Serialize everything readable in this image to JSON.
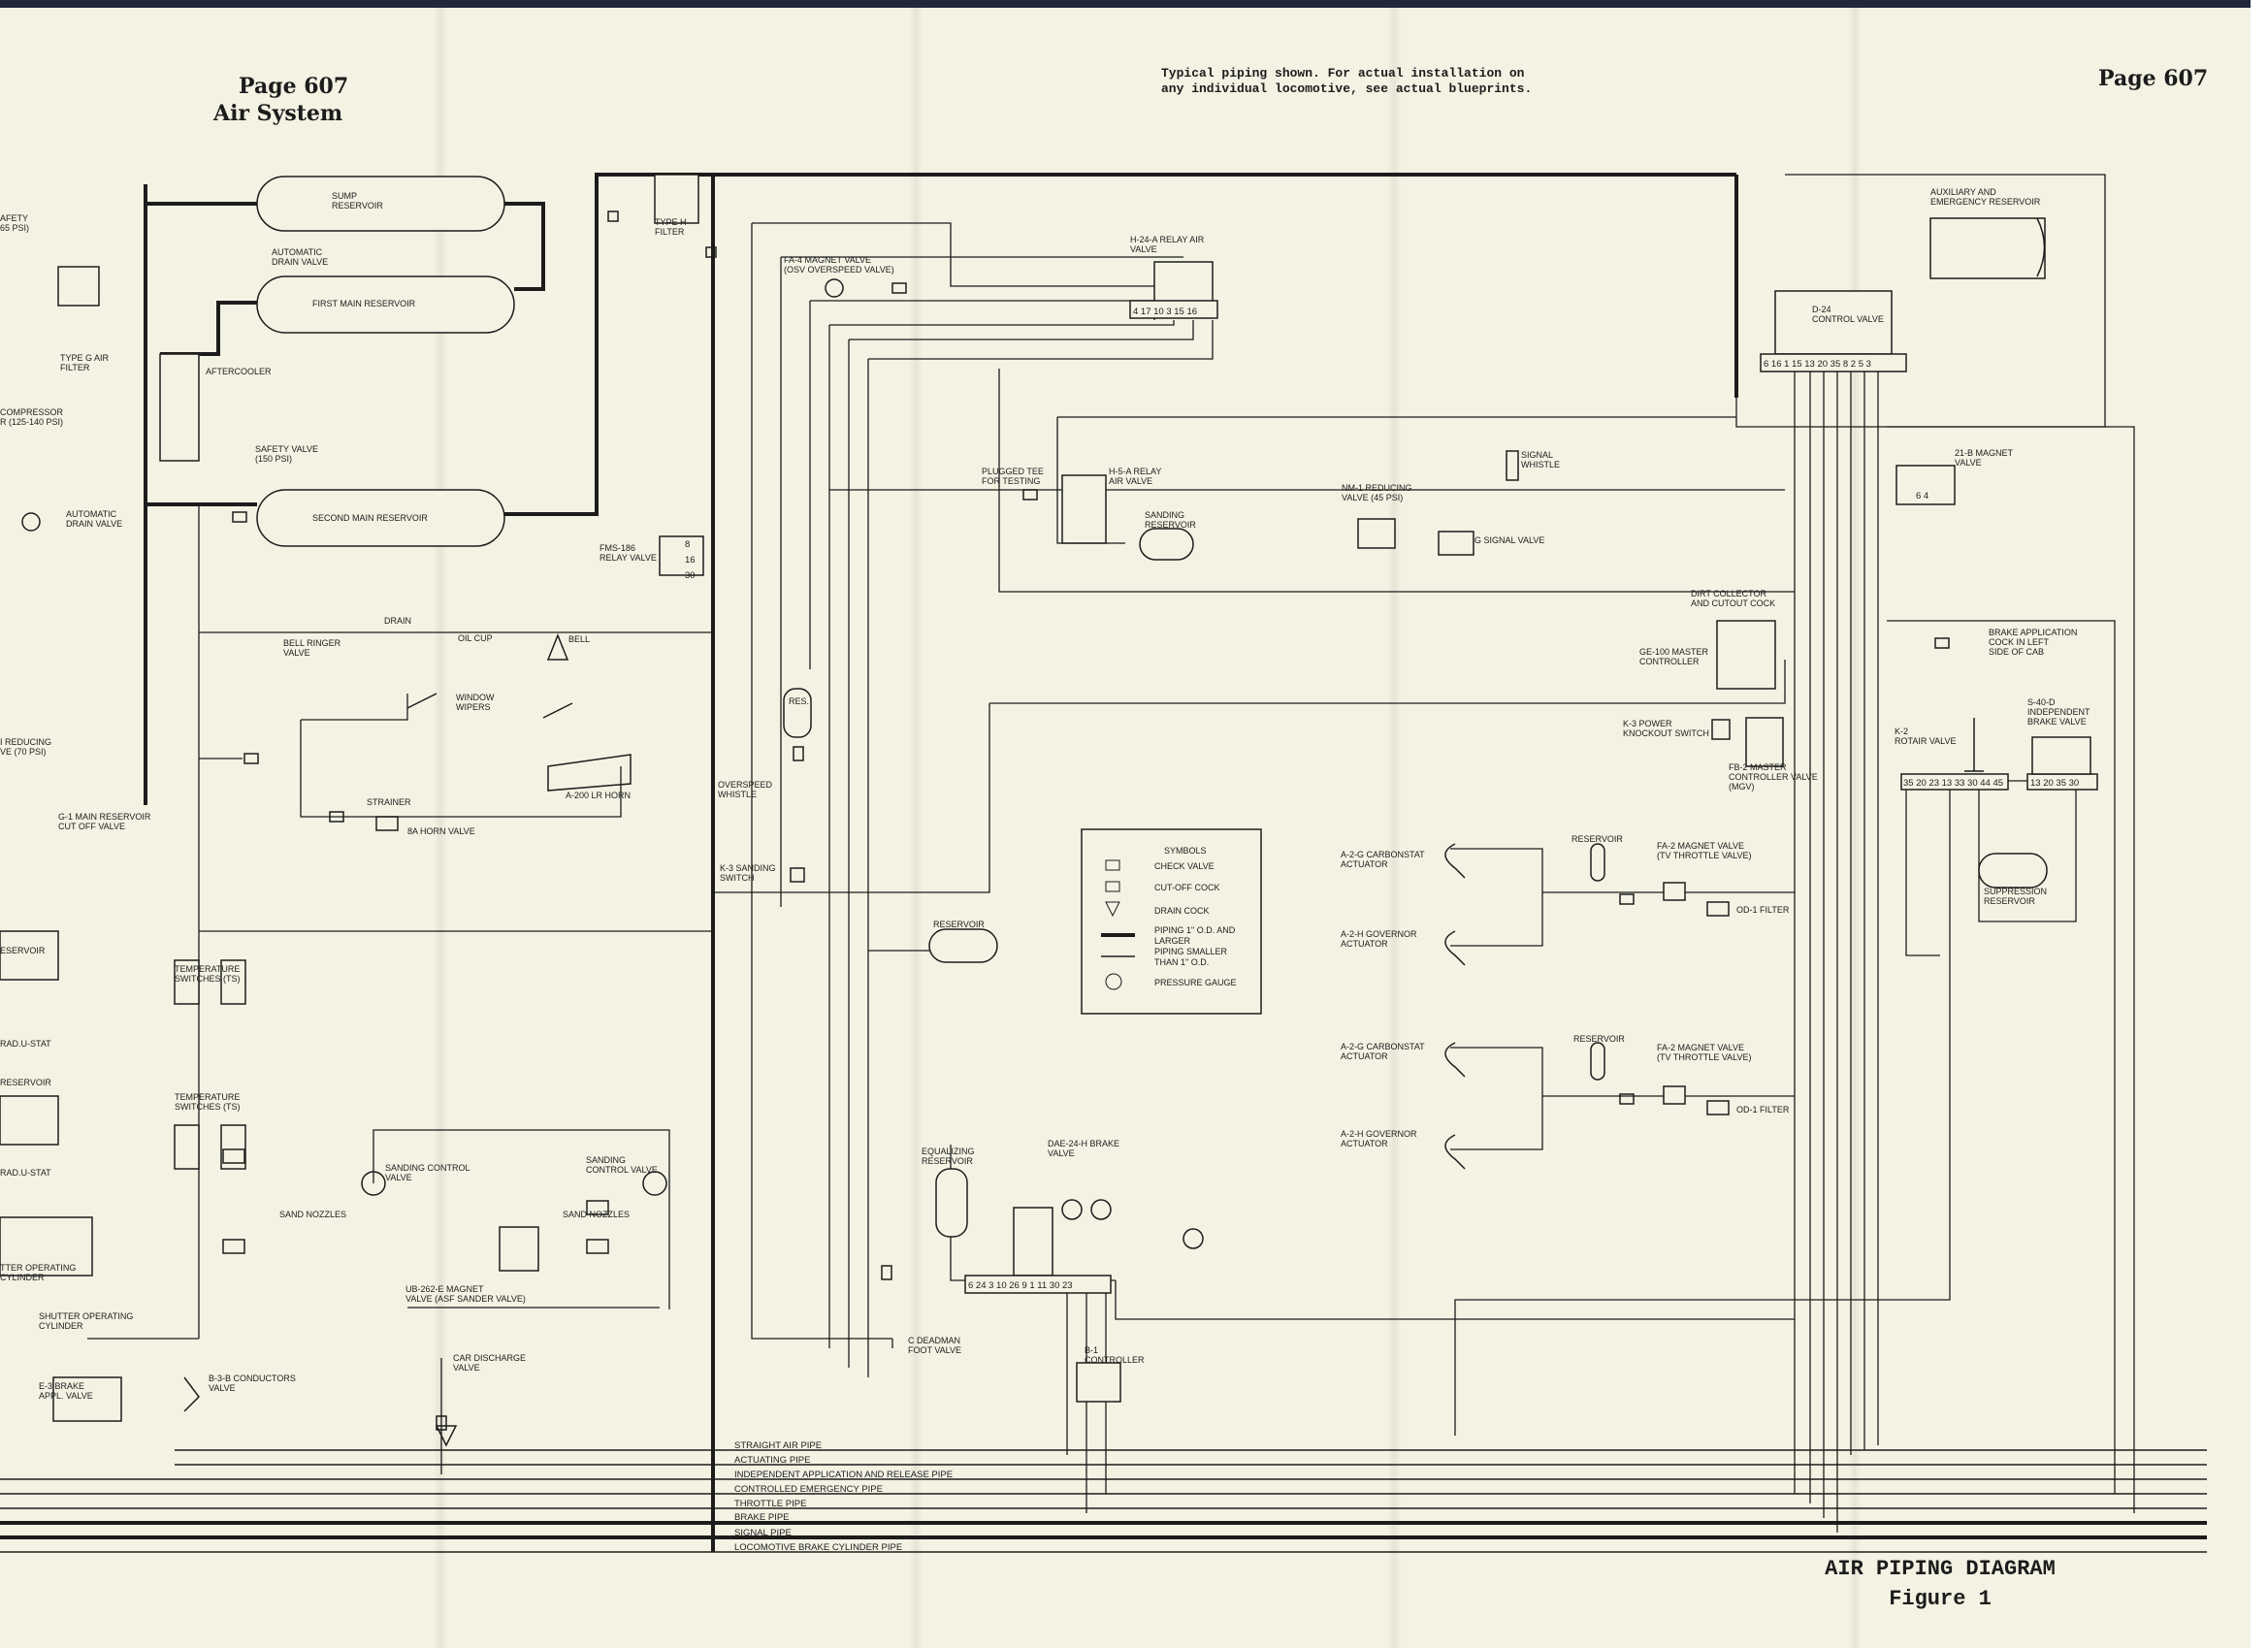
{
  "header": {
    "page_left": "Page 607",
    "section": "Air System",
    "page_right": "Page 607",
    "note_line1": "Typical piping shown.  For actual installation on",
    "note_line2": "any individual locomotive, see actual blueprints."
  },
  "figure": {
    "title": "AIR PIPING DIAGRAM",
    "number": "Figure 1"
  },
  "labels": {
    "sump_reservoir": [
      "SUMP",
      "RESERVOIR"
    ],
    "auto_drain_1": [
      "AUTOMATIC",
      "DRAIN VALVE"
    ],
    "first_main_reservoir": [
      "FIRST  MAIN  RESERVOIR"
    ],
    "second_main_reservoir": [
      "SECOND  MAIN  RESERVOIR"
    ],
    "aftercooler": [
      "AFTERCOOLER"
    ],
    "safety_valve_150": [
      "SAFETY  VALVE",
      "(150  PSI)"
    ],
    "safety_65": [
      "AFETY",
      "65 PSI)"
    ],
    "type_g_filter": [
      "TYPE  G  AIR",
      "FILTER"
    ],
    "compressor": [
      "COMPRESSOR",
      "R  (125-140 PSI)"
    ],
    "auto_drain_2": [
      "AUTOMATIC",
      "DRAIN VALVE"
    ],
    "reducing_valve": [
      "I  REDUCING",
      "VE (70 PSI)"
    ],
    "g1_cutoff": [
      "G-1  MAIN  RESERVOIR",
      "CUT  OFF  VALVE"
    ],
    "type_h_filter": [
      "TYPE  H",
      "FILTER"
    ],
    "fms_relay": [
      "FMS-186",
      "RELAY  VALVE"
    ],
    "drain": [
      "DRAIN"
    ],
    "oil_cup": [
      "OIL  CUP"
    ],
    "bell": [
      "BELL"
    ],
    "bell_ringer": [
      "BELL  RINGER",
      "VALVE"
    ],
    "window_wipers": [
      "WINDOW",
      "WIPERS"
    ],
    "strainer": [
      "STRAINER"
    ],
    "horn_valve": [
      "8A  HORN  VALVE"
    ],
    "horn": [
      "A-200  LR  HORN"
    ],
    "fa4_magnet": [
      "FA-4  MAGNET  VALVE",
      "(OSV  OVERSPEED  VALVE)"
    ],
    "h24_relay": [
      "H-24-A  RELAY  AIR",
      "VALVE"
    ],
    "plugged_tee": [
      "PLUGGED  TEE",
      "FOR  TESTING"
    ],
    "h5_relay": [
      "H-5-A  RELAY",
      "AIR  VALVE"
    ],
    "sanding_reservoir": [
      "SANDING",
      "RESERVOIR"
    ],
    "nm1_reducing": [
      "NM-1  REDUCING",
      "VALVE  (45 PSI)"
    ],
    "signal_whistle": [
      "SIGNAL",
      "WHISTLE"
    ],
    "g_signal_valve": [
      "G  SIGNAL  VALVE"
    ],
    "aux_reservoir": [
      "AUXILIARY  AND",
      "EMERGENCY  RESERVOIR"
    ],
    "d24_control": [
      "D-24",
      "CONTROL  VALVE"
    ],
    "magnet_21b": [
      "21-B  MAGNET",
      "VALVE"
    ],
    "dirt_collector": [
      "DIRT  COLLECTOR",
      "AND  CUTOUT  COCK"
    ],
    "ge100": [
      "GE-100  MASTER",
      "CONTROLLER"
    ],
    "k3_power": [
      "K-3  POWER",
      "KNOCKOUT  SWITCH"
    ],
    "fb2_master": [
      "FB-2  MASTER",
      "CONTROLLER  VALVE",
      "(MGV)"
    ],
    "brake_app_cock": [
      "BRAKE  APPLICATION",
      "COCK  IN  LEFT",
      "SIDE  OF  CAB"
    ],
    "k2_rotair": [
      "K-2",
      "ROTAIR  VALVE"
    ],
    "s40d": [
      "S-40-D",
      "INDEPENDENT",
      "BRAKE  VALVE"
    ],
    "suppression_res": [
      "SUPPRESSION",
      "RESERVOIR"
    ],
    "res": [
      "RES."
    ],
    "overspeed_whistle": [
      "OVERSPEED",
      "WHISTLE"
    ],
    "k3_sanding": [
      "K-3  SANDING",
      "SWITCH"
    ],
    "reservoir_mid": [
      "RESERVOIR"
    ],
    "a2g_carbon_1": [
      "A-2-G  CARBONSTAT",
      "ACTUATOR"
    ],
    "a2h_gov_1": [
      "A-2-H  GOVERNOR",
      "ACTUATOR"
    ],
    "reservoir_1": [
      "RESERVOIR"
    ],
    "fa2_magnet_1": [
      "FA-2  MAGNET  VALVE",
      "(TV  THROTTLE  VALVE)"
    ],
    "od1_filter_1": [
      "OD-1  FILTER"
    ],
    "a2g_carbon_2": [
      "A-2-G  CARBONSTAT",
      "ACTUATOR"
    ],
    "a2h_gov_2": [
      "A-2-H  GOVERNOR",
      "ACTUATOR"
    ],
    "reservoir_2": [
      "RESERVOIR"
    ],
    "fa2_magnet_2": [
      "FA-2  MAGNET  VALVE",
      "(TV  THROTTLE  VALVE)"
    ],
    "od1_filter_2": [
      "OD-1  FILTER"
    ],
    "temp_switch_1": [
      "TEMPERATURE",
      "SWITCHES (TS)"
    ],
    "temp_switch_2": [
      "TEMPERATURE",
      "SWITCHES (TS)"
    ],
    "reservoir_left_1": [
      "ESERVOIR"
    ],
    "reservoir_left_2": [
      "RESERVOIR"
    ],
    "rad_stat_1": [
      "RAD.U-STAT"
    ],
    "rad_stat_2": [
      "RAD.U-STAT"
    ],
    "shutter_op_1": [
      "TTER  OPERATING",
      "CYLINDER"
    ],
    "shutter_op_2": [
      "SHUTTER  OPERATING",
      "CYLINDER"
    ],
    "e3_brake": [
      "E-3  BRAKE",
      "APPL.  VALVE"
    ],
    "b39_cond": [
      "B-3-B  CONDUCTORS",
      "VALVE"
    ],
    "car_discharge": [
      "CAR  DISCHARGE",
      "VALVE"
    ],
    "sanding_control_1": [
      "SANDING  CONTROL",
      "VALVE"
    ],
    "sanding_control_2": [
      "SANDING",
      "CONTROL  VALVE"
    ],
    "sand_nozzles_1": [
      "SAND  NOZZLES"
    ],
    "sand_nozzles_2": [
      "SAND  NOZZLES"
    ],
    "ub262": [
      "UB-262-E  MAGNET",
      "VALVE  (ASF  SANDER  VALVE)"
    ],
    "equalizing_res": [
      "EQUALIZING",
      "RESERVOIR"
    ],
    "dae24": [
      "DAE-24-H  BRAKE",
      "VALVE"
    ],
    "deadman": [
      "C  DEADMAN",
      "FOOT  VALVE"
    ],
    "b1_controller": [
      "B-1",
      "CONTROLLER"
    ]
  },
  "port_numbers": {
    "h24": "4  17  10  3  15  16",
    "d24": "6  16  1  15  13 20 35 8  2  5  3",
    "fms": [
      "8",
      "16",
      "30"
    ],
    "rotair": "35 20 23 13  33  30 44 45",
    "s40": "13  20     35 30",
    "brake_valve": "6  24  3  10  26 9   1  11  30  23",
    "magnet_21b": "6  4"
  },
  "legend": {
    "title": "SYMBOLS",
    "items": [
      {
        "icon": "check-valve-icon",
        "label": "CHECK  VALVE"
      },
      {
        "icon": "cutoff-cock-icon",
        "label": "CUT-OFF  COCK"
      },
      {
        "icon": "drain-cock-icon",
        "label": "DRAIN  COCK"
      },
      {
        "icon": "thick-pipe-icon",
        "label": "PIPING  1\" O.D.  AND",
        "label2": "LARGER"
      },
      {
        "icon": "thin-pipe-icon",
        "label": "PIPING  SMALLER",
        "label2": "THAN  1\" O.D."
      },
      {
        "icon": "pressure-gauge-icon",
        "label": "PRESSURE  GAUGE"
      }
    ]
  },
  "pipes": [
    "STRAIGHT  AIR  PIPE",
    "ACTUATING  PIPE",
    "INDEPENDENT  APPLICATION  AND  RELEASE  PIPE",
    "CONTROLLED  EMERGENCY  PIPE",
    "THROTTLE  PIPE",
    "BRAKE  PIPE",
    "SIGNAL  PIPE",
    "LOCOMOTIVE  BRAKE  CYLINDER  PIPE"
  ],
  "colors": {
    "paper": "#f3f2e3",
    "ink": "#1c1c1c",
    "top_strip": "#22283a"
  }
}
